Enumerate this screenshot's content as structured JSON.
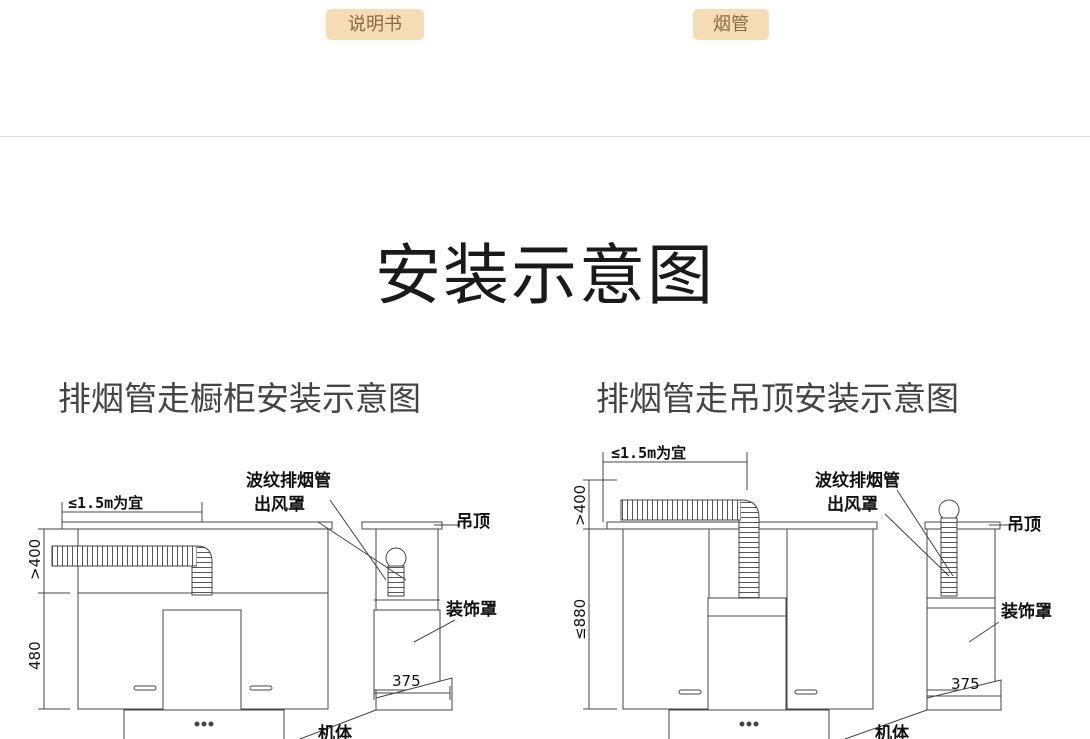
{
  "tags": [
    "说明书",
    "烟管"
  ],
  "title": "安装示意图",
  "diagrams": [
    {
      "subtitle": "排烟管走橱柜安装示意图",
      "span": "≤1.5m为宜",
      "pipe": "波纹排烟管",
      "outlet": "出风罩",
      "ceiling": "吊顶",
      "cover": "装饰罩",
      "height_top": ">400",
      "height_mid": "480",
      "width": "375",
      "body": "机体"
    },
    {
      "subtitle": "排烟管走吊顶安装示意图",
      "span": "≤1.5m为宜",
      "pipe": "波纹排烟管",
      "outlet": "出风罩",
      "ceiling": "吊顶",
      "cover": "装饰罩",
      "height_top": ">400",
      "height_mid": "≤880",
      "width": "375",
      "body": "机体"
    }
  ]
}
